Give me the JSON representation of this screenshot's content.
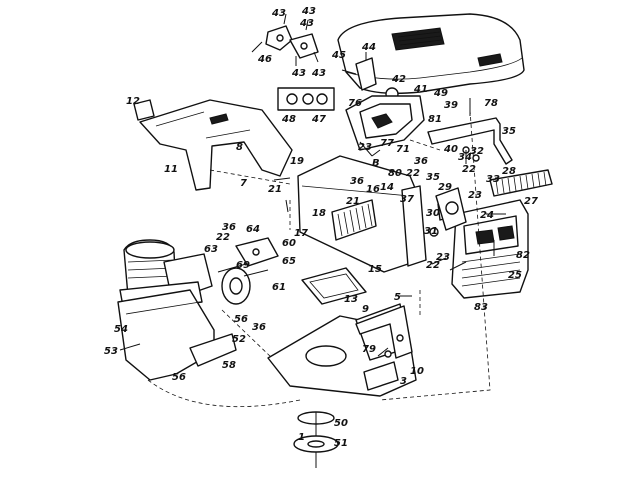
{
  "labels": {
    "l1": "43",
    "l2": "43",
    "l3": "43",
    "l4": "43",
    "l5": "43",
    "l6": "46",
    "l7": "44",
    "l8": "45",
    "l9": "42",
    "l10": "76",
    "l11": "41",
    "l12": "49",
    "l13": "39",
    "l14": "78",
    "l15": "81",
    "l16": "40",
    "l17": "35",
    "l18": "48",
    "l19": "47",
    "l20": "12",
    "l21": "8",
    "l22": "11",
    "l23": "7",
    "l24": "19",
    "l25": "21",
    "l26": "23",
    "l27": "77",
    "l28": "71",
    "l29": "22",
    "l30": "80",
    "l31": "B",
    "l32": "36",
    "l33": "34",
    "l34": "32",
    "l35": "35",
    "l36": "36",
    "l37": "16",
    "l38": "14",
    "l39": "21",
    "l40": "22",
    "l41": "33",
    "l42": "28",
    "l43": "23",
    "l44": "29",
    "l45": "37",
    "l46": "18",
    "l47": "17",
    "l48": "30",
    "l49": "27",
    "l50": "24",
    "l51": "31",
    "l52": "82",
    "l53": "22",
    "l54": "23",
    "l55": "25",
    "l56": "83",
    "l57": "15",
    "l58": "36",
    "l59": "22",
    "l60": "64",
    "l61": "60",
    "l62": "63",
    "l63": "69",
    "l64": "65",
    "l65": "61",
    "l66": "13",
    "l67": "5",
    "l68": "9",
    "l69": "56",
    "l70": "36",
    "l71": "54",
    "l72": "53",
    "l73": "52",
    "l74": "58",
    "l75": "56",
    "l76": "79",
    "l77": "10",
    "l78": "3",
    "l79": "50",
    "l80": "1",
    "l81": "51"
  }
}
